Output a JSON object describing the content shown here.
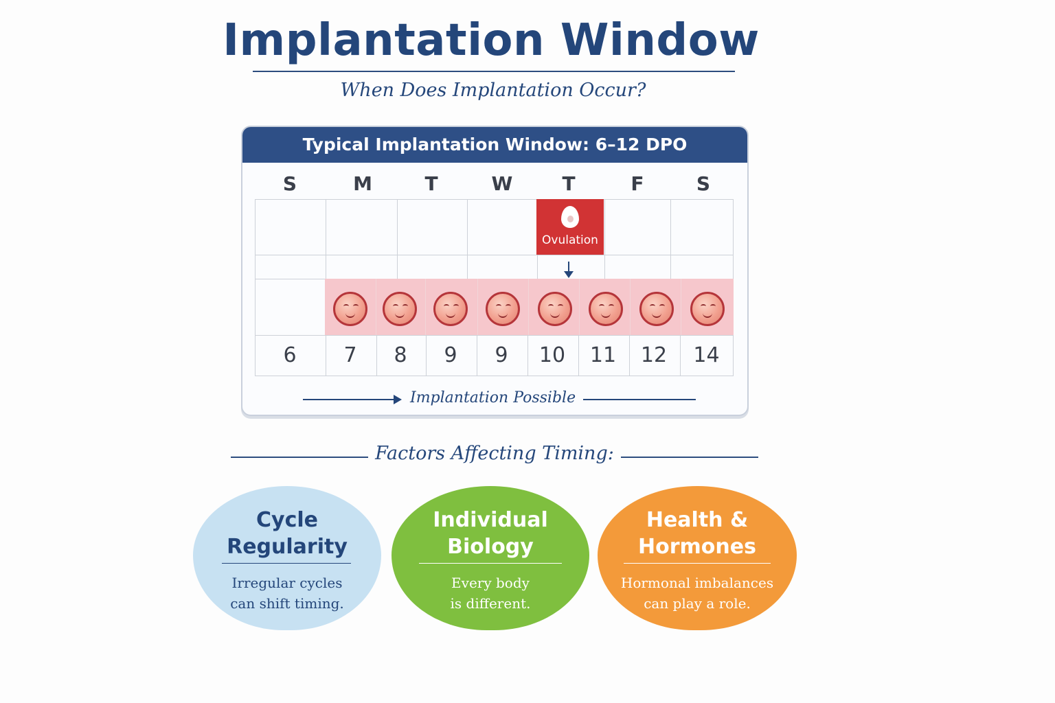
{
  "title": "Implantation Window",
  "subtitle": "When Does Implantation Occur?",
  "calendar": {
    "header": "Typical Implantation Window: 6–12 DPO",
    "weekdays": [
      "S",
      "M",
      "T",
      "W",
      "T",
      "F",
      "S"
    ],
    "ovulation_label": "Ovulation",
    "day_numbers": [
      "6",
      "7",
      "8",
      "9",
      "9",
      "10",
      "11",
      "12",
      "14"
    ],
    "possible_label": "Implantation Possible"
  },
  "factors": {
    "title": "Factors Affecting Timing:",
    "items": [
      {
        "title_line1": "Cycle",
        "title_line2": "Regularity",
        "text_line1": "Irregular cycles",
        "text_line2": "can shift timing.",
        "color": "#c7e1f2",
        "text_color": "#24467a"
      },
      {
        "title_line1": "Individual",
        "title_line2": "Biology",
        "text_line1": "Every body",
        "text_line2": "is different.",
        "color": "#7fbf3f",
        "text_color": "#ffffff"
      },
      {
        "title_line1": "Health &",
        "title_line2": "Hormones",
        "text_line1": "Hormonal imbalances",
        "text_line2": "can play a role.",
        "color": "#f39a3a",
        "text_color": "#ffffff"
      }
    ]
  }
}
